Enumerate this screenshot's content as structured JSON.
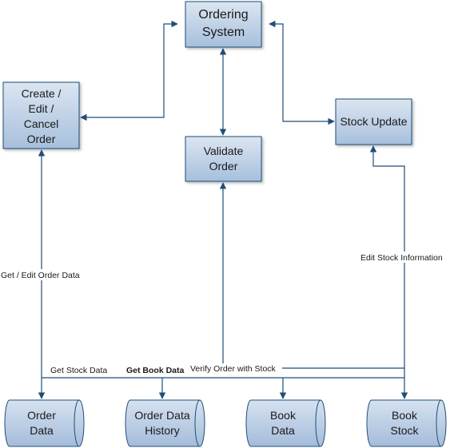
{
  "nodes": {
    "ordering_system": [
      "Ordering",
      "System"
    ],
    "create_edit_cancel": [
      "Create /",
      "Edit /",
      "Cancel",
      "Order"
    ],
    "validate_order": [
      "Validate",
      "Order"
    ],
    "stock_update": [
      "Stock Update"
    ]
  },
  "stores": {
    "order_data": [
      "Order",
      "Data"
    ],
    "order_data_history": [
      "Order Data",
      "History"
    ],
    "book_data": [
      "Book",
      "Data"
    ],
    "book_stock": [
      "Book",
      "Stock"
    ]
  },
  "edge_labels": {
    "get_edit_order_data": "Get / Edit Order Data",
    "edit_stock_information": "Edit Stock Information",
    "get_stock_data": "Get Stock Data",
    "get_book_data": "Get Book Data",
    "verify_order_with_stock": "Verify Order with Stock"
  },
  "colors": {
    "box_fill_top": "#dce6f2",
    "box_fill_bottom": "#a9c1de",
    "stroke": "#1f4e79"
  }
}
